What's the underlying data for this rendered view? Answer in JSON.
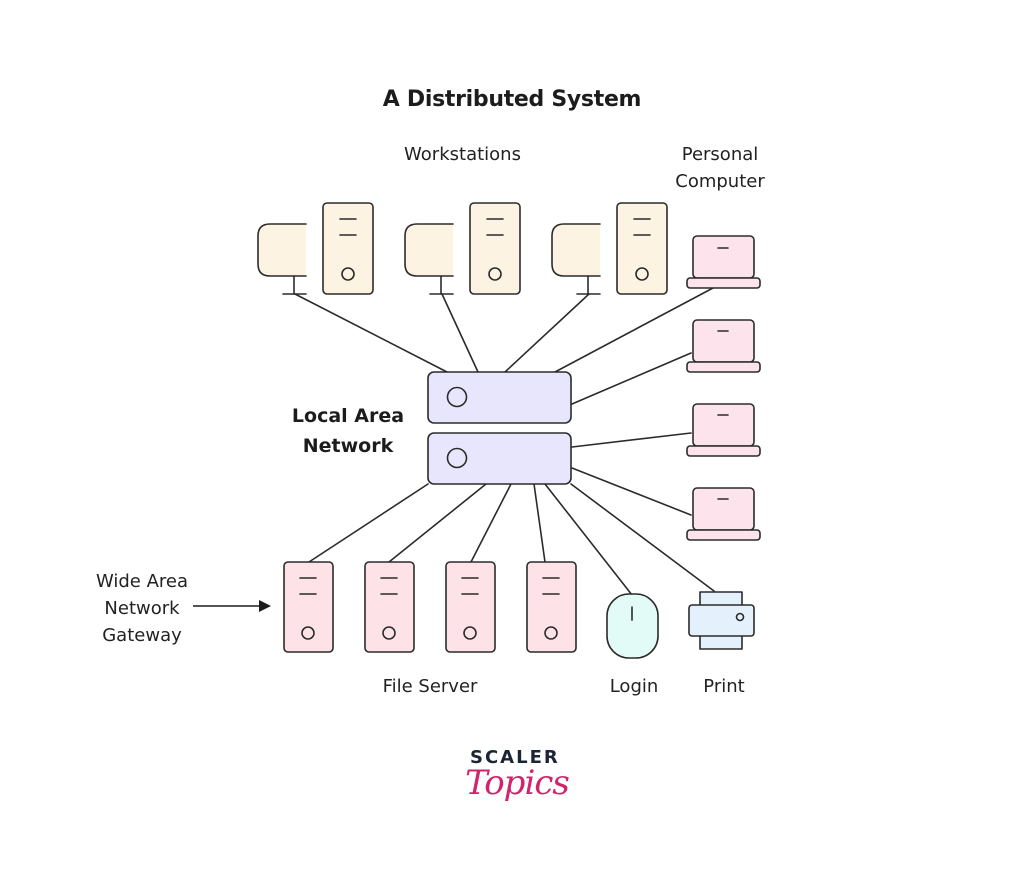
{
  "title": "A Distributed System",
  "labels": {
    "workstations": "Workstations",
    "personal_computer": [
      "Personal",
      "Computer"
    ],
    "lan": [
      "Local Area",
      "Network"
    ],
    "wan_gateway": [
      "Wide Area",
      "Network",
      "Gateway"
    ],
    "file_server": "File Server",
    "login": "Login",
    "print": "Print"
  },
  "nodes": {
    "workstations": {
      "count": 3,
      "color": "#fdf3e3"
    },
    "personal_computers": {
      "count": 4,
      "color": "#fde3ec"
    },
    "lan_switches": {
      "count": 2,
      "color": "#e8e6fc"
    },
    "file_servers": {
      "count": 4,
      "color": "#fde3e7"
    },
    "login_device": {
      "color": "#e2fbf6"
    },
    "printer": {
      "color": "#e4f1fc"
    }
  },
  "colors": {
    "stroke": "#2b2b2b",
    "logo_dark": "#1c2536",
    "logo_accent": "#d1236e"
  },
  "logo": {
    "top": "SCALER",
    "bottom": "Topics"
  }
}
